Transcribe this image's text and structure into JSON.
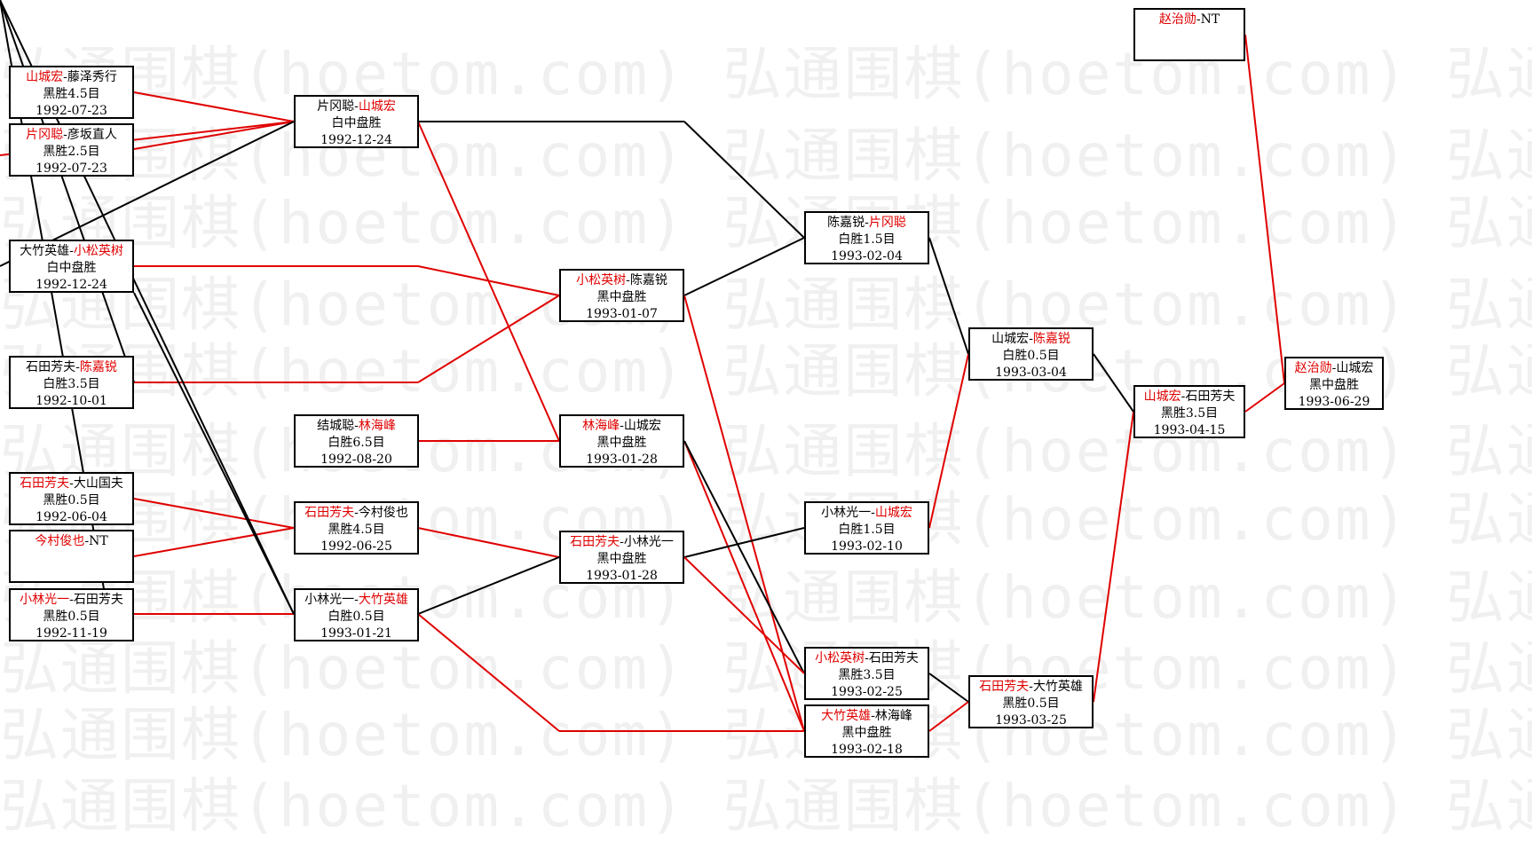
{
  "watermark": "弘通围棋(hoetom.com)",
  "colors": {
    "winner": "#e00000",
    "line_red": "#e00000",
    "line_black": "#000000"
  },
  "games": [
    {
      "id": "g1",
      "black": "山城宏",
      "white": "藤泽秀行",
      "winner": "black",
      "result": "黑胜4.5目",
      "date": "1992-07-23"
    },
    {
      "id": "g2",
      "black": "片冈聪",
      "white": "彦坂直人",
      "winner": "black",
      "result": "黑胜2.5目",
      "date": "1992-07-23"
    },
    {
      "id": "g3",
      "black": "大竹英雄",
      "white": "小松英树",
      "winner": "white",
      "result": "白中盘胜",
      "date": "1992-12-24"
    },
    {
      "id": "g4",
      "black": "石田芳夫",
      "white": "陈嘉锐",
      "winner": "white",
      "result": "白胜3.5目",
      "date": "1992-10-01"
    },
    {
      "id": "g5",
      "black": "石田芳夫",
      "white": "大山国夫",
      "winner": "black",
      "result": "黑胜0.5目",
      "date": "1992-06-04"
    },
    {
      "id": "g6",
      "black": "今村俊也",
      "white": "NT",
      "winner": "black",
      "result": "",
      "date": ""
    },
    {
      "id": "g7",
      "black": "小林光一",
      "white": "石田芳夫",
      "winner": "black",
      "result": "黑胜0.5目",
      "date": "1992-11-19"
    },
    {
      "id": "g8",
      "black": "片冈聪",
      "white": "山城宏",
      "winner": "white",
      "result": "白中盘胜",
      "date": "1992-12-24"
    },
    {
      "id": "g9",
      "black": "结城聪",
      "white": "林海峰",
      "winner": "white",
      "result": "白胜6.5目",
      "date": "1992-08-20"
    },
    {
      "id": "g10",
      "black": "石田芳夫",
      "white": "今村俊也",
      "winner": "black",
      "result": "黑胜4.5目",
      "date": "1992-06-25"
    },
    {
      "id": "g11",
      "black": "小林光一",
      "white": "大竹英雄",
      "winner": "white",
      "result": "白胜0.5目",
      "date": "1993-01-21"
    },
    {
      "id": "g12",
      "black": "小松英树",
      "white": "陈嘉锐",
      "winner": "black",
      "result": "黑中盘胜",
      "date": "1993-01-07"
    },
    {
      "id": "g13",
      "black": "林海峰",
      "white": "山城宏",
      "winner": "black",
      "result": "黑中盘胜",
      "date": "1993-01-28"
    },
    {
      "id": "g14",
      "black": "石田芳夫",
      "white": "小林光一",
      "winner": "black",
      "result": "黑中盘胜",
      "date": "1993-01-28"
    },
    {
      "id": "g15",
      "black": "陈嘉锐",
      "white": "片冈聪",
      "winner": "white",
      "result": "白胜1.5目",
      "date": "1993-02-04"
    },
    {
      "id": "g16",
      "black": "小林光一",
      "white": "山城宏",
      "winner": "white",
      "result": "白胜1.5目",
      "date": "1993-02-10"
    },
    {
      "id": "g17",
      "black": "小松英树",
      "white": "石田芳夫",
      "winner": "black",
      "result": "黑胜3.5目",
      "date": "1993-02-25"
    },
    {
      "id": "g18",
      "black": "大竹英雄",
      "white": "林海峰",
      "winner": "black",
      "result": "黑中盘胜",
      "date": "1993-02-18"
    },
    {
      "id": "g19",
      "black": "山城宏",
      "white": "陈嘉锐",
      "winner": "white",
      "result": "白胜0.5目",
      "date": "1993-03-04"
    },
    {
      "id": "g20",
      "black": "石田芳夫",
      "white": "大竹英雄",
      "winner": "black",
      "result": "黑胜0.5目",
      "date": "1993-03-25"
    },
    {
      "id": "g21",
      "black": "山城宏",
      "white": "石田芳夫",
      "winner": "black",
      "result": "黑胜3.5目",
      "date": "1993-04-15"
    },
    {
      "id": "g22",
      "black": "赵治勋",
      "white": "NT",
      "winner": "black",
      "result": "",
      "date": ""
    },
    {
      "id": "g23",
      "black": "赵治勋",
      "white": "山城宏",
      "winner": "black",
      "result": "黑中盘胜",
      "date": "1993-06-29"
    }
  ]
}
